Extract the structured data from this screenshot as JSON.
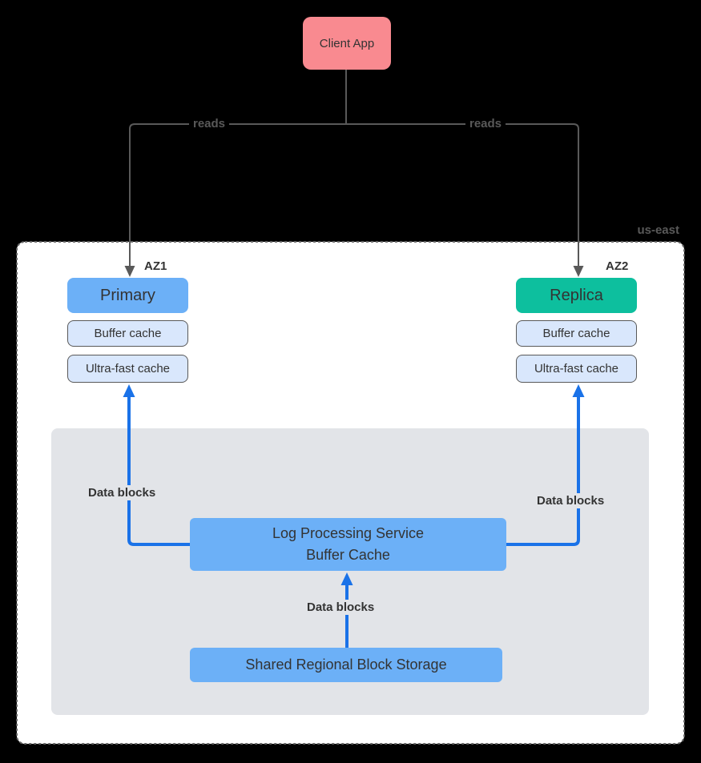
{
  "diagram": {
    "region": {
      "label": "us-east"
    },
    "client": {
      "label": "Client App"
    },
    "edges": {
      "reads_left": {
        "label": "reads"
      },
      "reads_right": {
        "label": "reads"
      },
      "data_blocks_left": {
        "label": "Data blocks"
      },
      "data_blocks_right": {
        "label": "Data blocks"
      },
      "data_blocks_bottom": {
        "label": "Data blocks"
      }
    },
    "az1": {
      "zone_label": "AZ1",
      "db": {
        "label": "Primary"
      },
      "caches": {
        "buffer": "Buffer cache",
        "ultra_fast": "Ultra-fast cache"
      }
    },
    "az2": {
      "zone_label": "AZ2",
      "db": {
        "label": "Replica"
      },
      "caches": {
        "buffer": "Buffer cache",
        "ultra_fast": "Ultra-fast cache"
      }
    },
    "storage_panel": {
      "log_service": {
        "line1": "Log Processing Service",
        "line2": "Buffer Cache"
      },
      "shared_storage": {
        "label": "Shared Regional Block Storage"
      }
    },
    "colors": {
      "background": "#000000",
      "region_fill": "#FFFFFF",
      "region_border": "#666666",
      "client_fill": "#F98A90",
      "primary_fill": "#6CB0F7",
      "replica_fill": "#0DBF9E",
      "cache_fill": "#D9E7FC",
      "cache_border": "#595959",
      "service_fill": "#6CB0F7",
      "panel_fill": "#E2E4E8",
      "flow_arrow_blue": "#1A72E8",
      "read_line_gray": "#595959",
      "text_dark": "#333333",
      "text_muted": "#595959"
    }
  }
}
